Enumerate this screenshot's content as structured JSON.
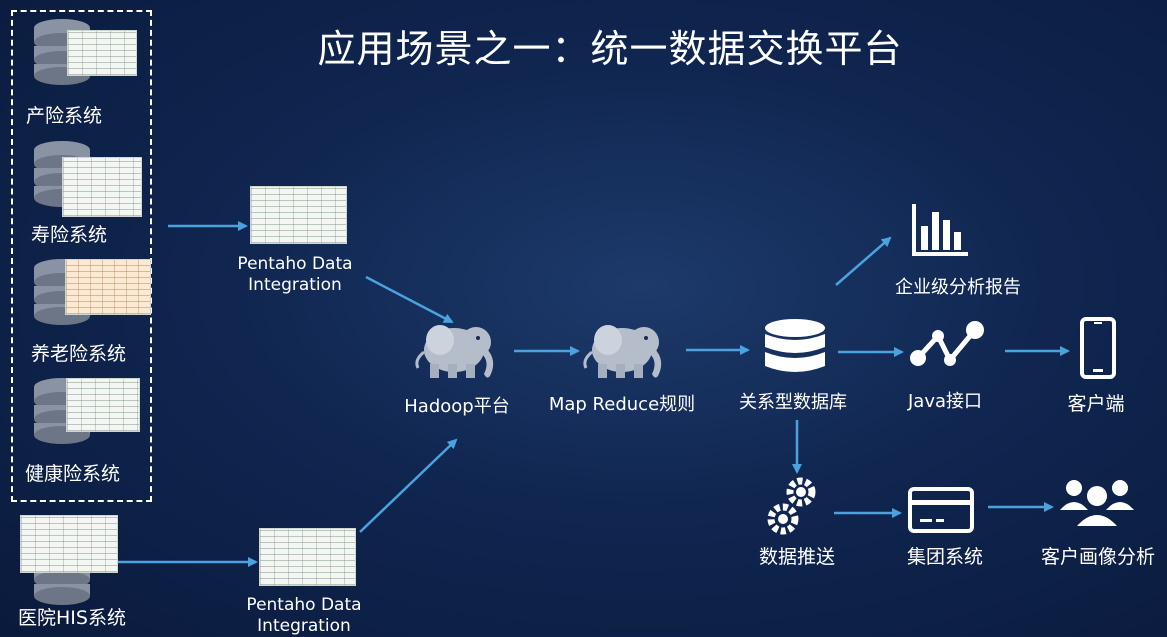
{
  "title": "应用场景之一：统一数据交换平台",
  "sources": [
    {
      "label": "产险系统"
    },
    {
      "label": "寿险系统"
    },
    {
      "label": "养老险系统"
    },
    {
      "label": "健康险系统"
    },
    {
      "label": "医院HIS系统"
    }
  ],
  "pdi_top": {
    "line1": "Pentaho Data",
    "line2": "Integration"
  },
  "pdi_bottom": {
    "line1": "Pentaho Data",
    "line2": "Integration"
  },
  "hadoop": {
    "label": "Hadoop平台"
  },
  "mapreduce": {
    "label": "Map Reduce规则"
  },
  "database": {
    "label": "关系型数据库"
  },
  "report": {
    "label": "企业级分析报告"
  },
  "java": {
    "label": "Java接口"
  },
  "client": {
    "label": "客户端"
  },
  "push": {
    "label": "数据推送"
  },
  "group": {
    "label": "集团系统"
  },
  "portrait": {
    "label": "客户画像分析"
  },
  "icons": {
    "database": "database-icon",
    "hadoop": "elephant-icon",
    "report": "bar-chart-icon",
    "java": "line-nodes-icon",
    "client": "smartphone-icon",
    "push": "gears-icon",
    "group": "card-icon",
    "portrait": "users-icon"
  },
  "colors": {
    "arrow": "#4aa3df",
    "background": "#102650",
    "icon": "#ffffff"
  }
}
